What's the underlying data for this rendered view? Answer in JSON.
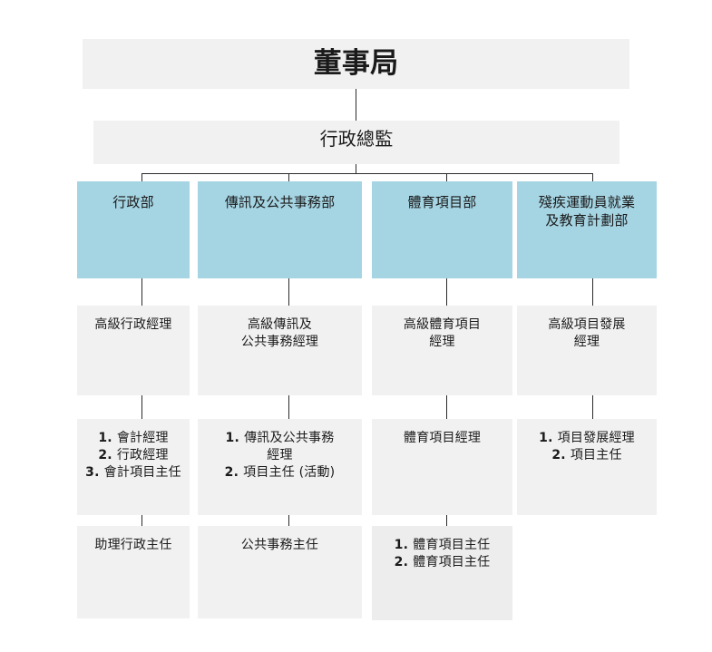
{
  "title": "董事局",
  "colors": {
    "box_gray": "#f1f1f1",
    "box_gray_alt": "#ededed",
    "box_blue": "#a5d4e3",
    "connector": "#2b2b2b",
    "text": "#1a1a1a",
    "page_background": "#ffffff"
  },
  "levels": {
    "board": {
      "label": "董事局"
    },
    "executive": {
      "label": "行政總監"
    },
    "departments": [
      {
        "label": "行政部"
      },
      {
        "label": "傳訊及公共事務部"
      },
      {
        "label": "體育項目部"
      },
      {
        "label": "殘疾運動員就業\n及教育計劃部"
      }
    ],
    "senior_managers": [
      {
        "label": "高級行政經理"
      },
      {
        "label": "高級傳訊及\n公共事務經理"
      },
      {
        "label": "高級體育項目\n經理"
      },
      {
        "label": "高級項目發展\n經理"
      }
    ],
    "managers": [
      {
        "numbered": true,
        "items": [
          {
            "num": "1.",
            "label": "會計經理"
          },
          {
            "num": "2.",
            "label": "行政經理"
          },
          {
            "num": "3.",
            "label": "會計項目主任"
          }
        ]
      },
      {
        "numbered": true,
        "items": [
          {
            "num": "1.",
            "label": "傳訊及公共事務\n經理"
          },
          {
            "num": "2.",
            "label": "項目主任 (活動)"
          }
        ]
      },
      {
        "numbered": false,
        "items": [
          {
            "num": "",
            "label": "體育項目經理"
          }
        ]
      },
      {
        "numbered": true,
        "items": [
          {
            "num": "1.",
            "label": "項目發展經理"
          },
          {
            "num": "2.",
            "label": "項目主任"
          }
        ]
      }
    ],
    "officers": [
      {
        "numbered": false,
        "items": [
          {
            "num": "",
            "label": "助理行政主任"
          }
        ]
      },
      {
        "numbered": false,
        "items": [
          {
            "num": "",
            "label": "公共事務主任"
          }
        ]
      },
      {
        "numbered": true,
        "items": [
          {
            "num": "1.",
            "label": "體育項目主任"
          },
          {
            "num": "2.",
            "label": "體育項目主任"
          }
        ]
      }
    ]
  }
}
